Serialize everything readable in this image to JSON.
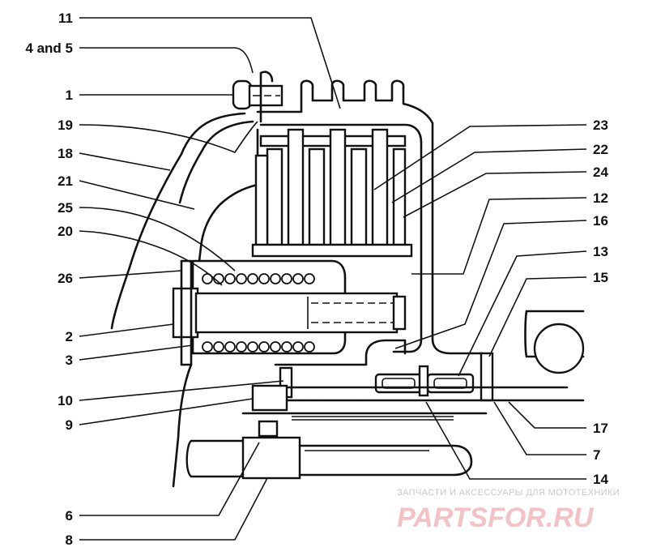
{
  "labels": {
    "left": [
      {
        "id": "l4and5",
        "text": "4 and 5"
      },
      {
        "id": "l1",
        "text": "1"
      },
      {
        "id": "l19",
        "text": "19"
      },
      {
        "id": "l18",
        "text": "18"
      },
      {
        "id": "l21",
        "text": "21"
      },
      {
        "id": "l25",
        "text": "25"
      },
      {
        "id": "l20",
        "text": "20"
      },
      {
        "id": "l26",
        "text": "26"
      },
      {
        "id": "l2",
        "text": "2"
      },
      {
        "id": "l3",
        "text": "3"
      },
      {
        "id": "l10",
        "text": "10"
      },
      {
        "id": "l9",
        "text": "9"
      },
      {
        "id": "l6",
        "text": "6"
      },
      {
        "id": "l8",
        "text": "8"
      }
    ],
    "top": [
      {
        "id": "l11",
        "text": "11"
      }
    ],
    "right": [
      {
        "id": "l23",
        "text": "23"
      },
      {
        "id": "l22",
        "text": "22"
      },
      {
        "id": "l24",
        "text": "24"
      },
      {
        "id": "l12",
        "text": "12"
      },
      {
        "id": "l16",
        "text": "16"
      },
      {
        "id": "l13",
        "text": "13"
      },
      {
        "id": "l15",
        "text": "15"
      },
      {
        "id": "l17",
        "text": "17"
      },
      {
        "id": "l7",
        "text": "7"
      },
      {
        "id": "l14",
        "text": "14"
      }
    ]
  },
  "watermark": {
    "caption": "ЗАПЧАСТИ И АКСЕССУАРЫ ДЛЯ МОТОТЕХНИКИ",
    "brand": "PARTSFOR.RU"
  }
}
